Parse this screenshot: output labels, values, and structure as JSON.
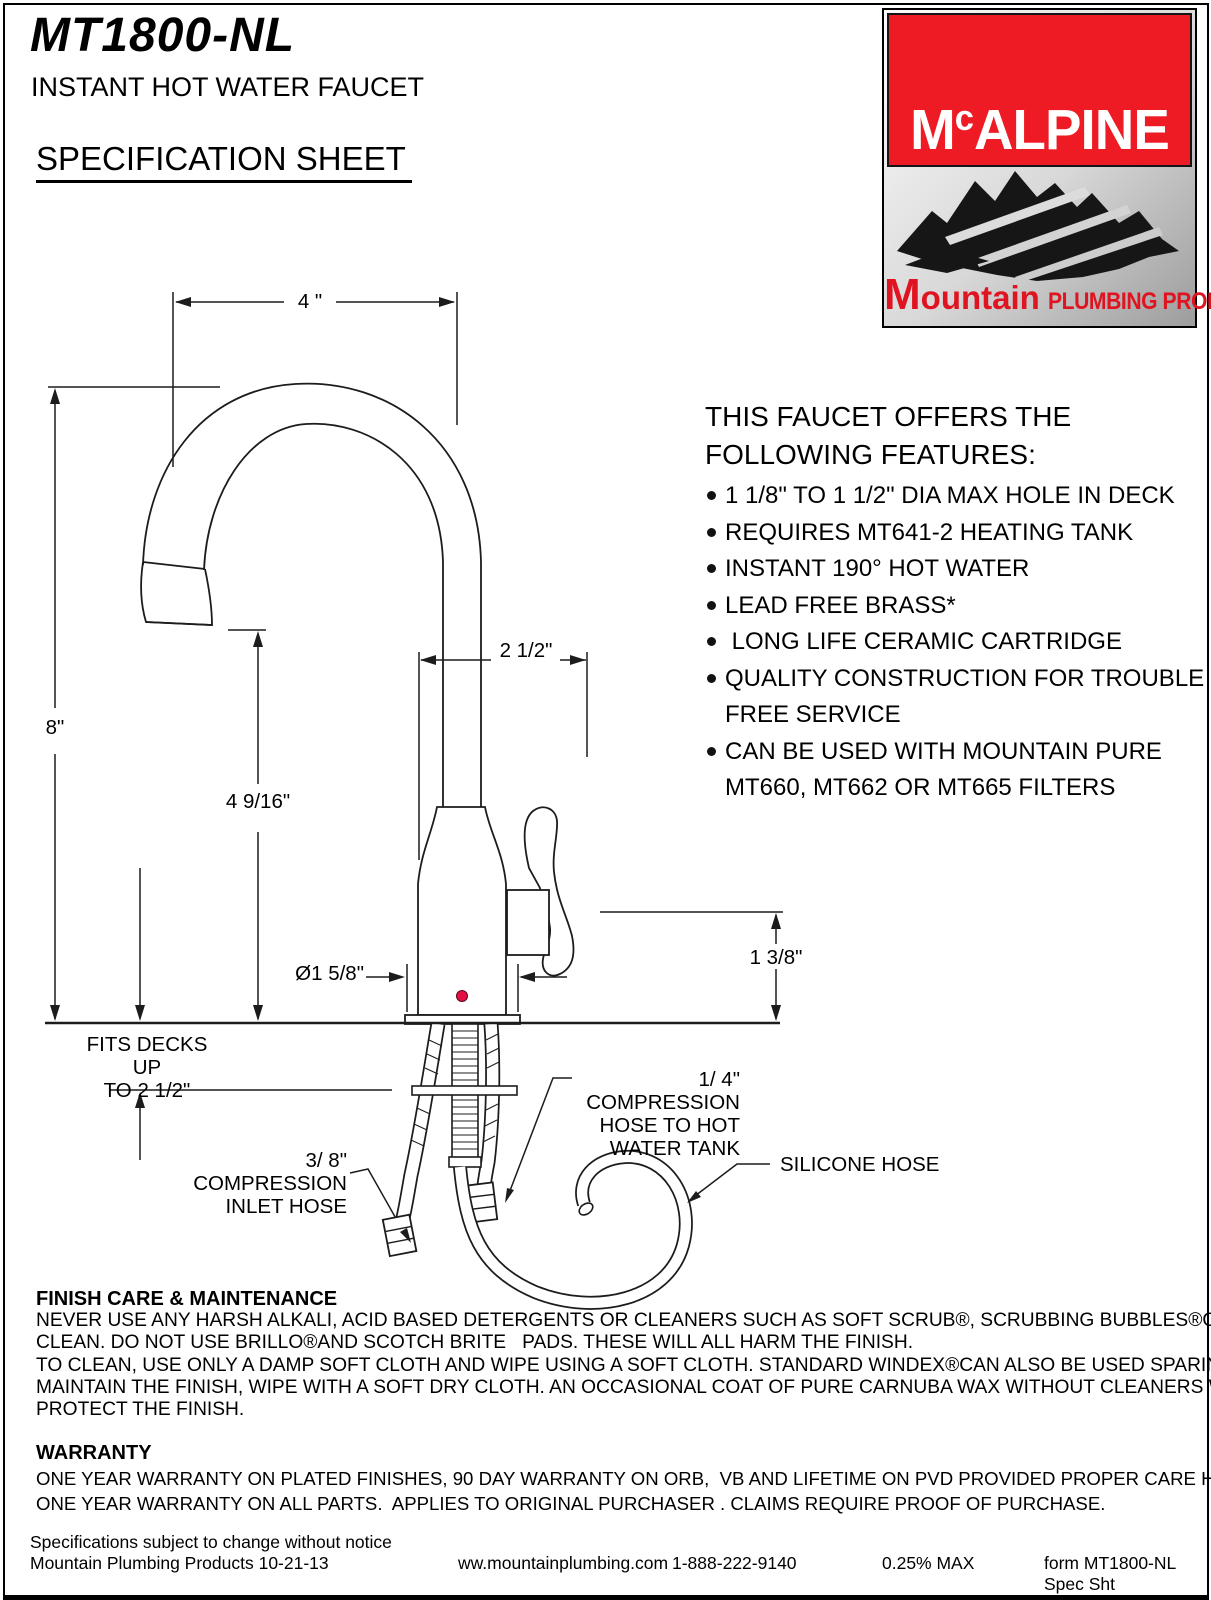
{
  "header": {
    "model": "MT1800-NL",
    "subtitle": "INSTANT HOT WATER FAUCET",
    "sheet_title": "SPECIFICATION SHEET"
  },
  "logo": {
    "brand_m": "M",
    "brand_c": "c",
    "brand_rest": "ALPINE",
    "word1": "Mountain",
    "word2": "PLUMBING PRODUCTS",
    "red": "#ee1b24"
  },
  "features": {
    "heading_line1": "THIS FAUCET OFFERS THE",
    "heading_line2": "FOLLOWING FEATURES:",
    "rows": [
      {
        "bullet": true,
        "text": "1 1/8\" TO 1 1/2\" DIA MAX HOLE IN DECK"
      },
      {
        "bullet": true,
        "text": "REQUIRES MT641-2 HEATING TANK"
      },
      {
        "bullet": true,
        "text": "INSTANT 190° HOT WATER"
      },
      {
        "bullet": true,
        "text": "LEAD FREE BRASS*"
      },
      {
        "bullet": true,
        "text": " LONG LIFE CERAMIC CARTRIDGE"
      },
      {
        "bullet": true,
        "text": "QUALITY CONSTRUCTION FOR TROUBLE"
      },
      {
        "bullet": false,
        "text": "FREE SERVICE"
      },
      {
        "bullet": true,
        "text": "CAN BE USED WITH MOUNTAIN PURE"
      },
      {
        "bullet": false,
        "text": "MT660, MT662 OR MT665 FILTERS"
      }
    ]
  },
  "diagram": {
    "dims": {
      "spout_reach": "4 \"",
      "overall_height": "8\"",
      "outlet_height": "4 9/16\"",
      "upper_width": "2 1/2\"",
      "base_diameter": "Ø1 5/8\"",
      "handle_height": "1 3/8\"",
      "deck_note_line1": "FITS DECKS UP",
      "deck_note_line2": "TO 2 1/2\""
    },
    "labels": {
      "inlet_hose_line1": "3/ 8\" COMPRESSION",
      "inlet_hose_line2": "INLET HOSE",
      "tank_hose_line1": "1/ 4\" COMPRESSION",
      "tank_hose_line2": "HOSE TO HOT",
      "tank_hose_line3": "WATER TANK",
      "silicone_hose": "SILICONE HOSE"
    },
    "indicator_color": "#e41145"
  },
  "finish_care": {
    "heading": "FINISH CARE & MAINTENANCE",
    "lines": [
      "NEVER USE ANY HARSH ALKALI, ACID BASED DETERGENTS OR CLEANERS SUCH AS SOFT SCRUB®, SCRUBBING BUBBLES®OR COMET®TO",
      "CLEAN. DO NOT USE BRILLO®AND SCOTCH BRITE   PADS. THESE WILL ALL HARM THE FINISH.",
      "TO CLEAN, USE ONLY A DAMP SOFT CLOTH AND WIPE USING A SOFT CLOTH. STANDARD WINDEX®CAN ALSO BE USED SPARINGLY.TO",
      "MAINTAIN THE FINISH, WIPE WITH A SOFT DRY CLOTH. AN OCCASIONAL COAT OF PURE CARNUBA WAX WITHOUT CLEANERS WILL HELP",
      "PROTECT THE FINISH."
    ]
  },
  "warranty": {
    "heading": "WARRANTY",
    "lines": [
      "ONE YEAR WARRANTY ON PLATED FINISHES, 90 DAY WARRANTY ON ORB,  VB AND LIFETIME ON PVD PROVIDED PROPER CARE HAS BEEN USED.",
      "ONE YEAR WARRANTY ON ALL PARTS.  APPLIES TO ORIGINAL PURCHASER . CLAIMS REQUIRE PROOF OF PURCHASE."
    ]
  },
  "footer": {
    "note_line1": "Specifications subject to change without notice",
    "note_line2": "Mountain Plumbing Products 10-21-13",
    "website": "ww.mountainplumbing.com",
    "phone": "1-888-222-9140",
    "lead_content": "0.25% MAX",
    "form_ref": "form MT1800-NL Spec Sht"
  }
}
